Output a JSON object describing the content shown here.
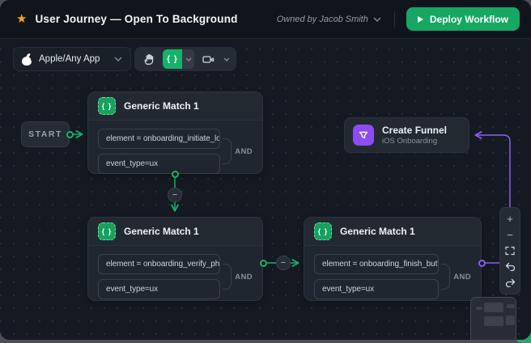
{
  "header": {
    "title": "User Journey — Open To Background",
    "owned_by": "Owned by Jacob Smith",
    "deploy_label": "Deploy Workflow"
  },
  "toolbar": {
    "app_selector_label": "Apple/Any App"
  },
  "workflow": {
    "start_label": "START",
    "nodes": [
      {
        "title": "Generic Match 1",
        "operator": "AND",
        "conditions": [
          "element = onboarding_initiate_login",
          "event_type=ux"
        ]
      },
      {
        "title": "Generic Match 1",
        "operator": "AND",
        "conditions": [
          "element = onboarding_verify_phone",
          "event_type=ux"
        ]
      },
      {
        "title": "Generic Match 1",
        "operator": "AND",
        "conditions": [
          "element = onboarding_finish_button",
          "event_type=ux"
        ]
      }
    ],
    "funnel": {
      "title": "Create Funnel",
      "subtitle": "iOS Onboarding"
    }
  },
  "zoom_controls": {
    "zoom_in": "+",
    "zoom_out": "−"
  },
  "glyphs": {
    "star": "★",
    "braces": "{ }",
    "edge_minus": "−"
  },
  "colors": {
    "accent_green": "#17b26a",
    "deploy_green": "#16a763",
    "accent_purple": "#8b5cf6",
    "star_orange": "#f2a61d",
    "canvas_bg": "#151a22",
    "node_bg": "#20262f"
  }
}
